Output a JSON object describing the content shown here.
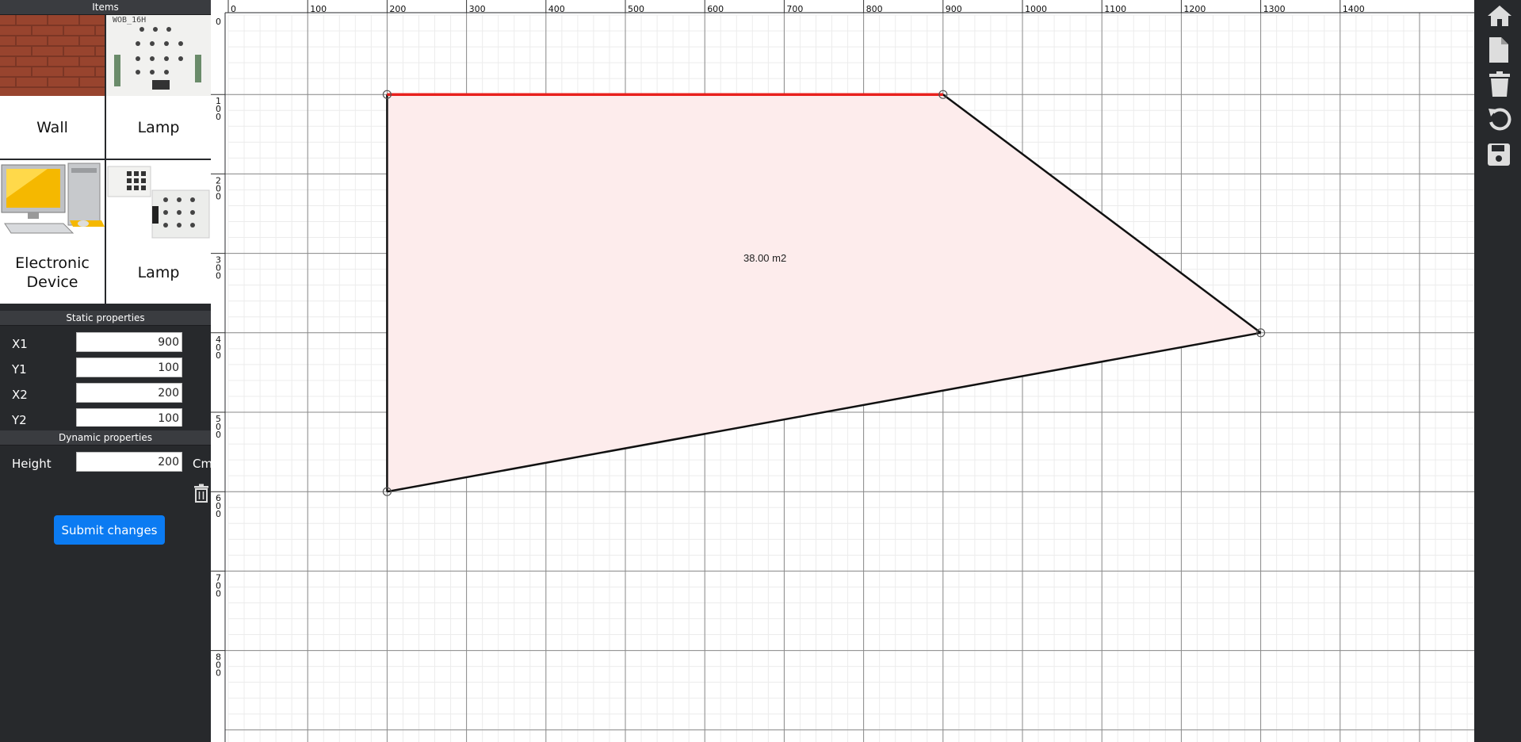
{
  "left_panel": {
    "items_header": "Items",
    "items": [
      {
        "label": "Wall",
        "icon": "brick-wall-image"
      },
      {
        "label": "Lamp",
        "icon": "led-board-image"
      },
      {
        "label": "Electronic Device",
        "icon": "computer-image"
      },
      {
        "label": "Lamp",
        "icon": "led-board-image"
      }
    ],
    "static_header": "Static properties",
    "static_props": [
      {
        "label": "X1",
        "value": "900"
      },
      {
        "label": "Y1",
        "value": "100"
      },
      {
        "label": "X2",
        "value": "200"
      },
      {
        "label": "Y2",
        "value": "100"
      }
    ],
    "dynamic_header": "Dynamic properties",
    "dynamic_props": [
      {
        "label": "Height",
        "value": "200",
        "unit": "Cm"
      }
    ],
    "submit_label": "Submit changes"
  },
  "canvas": {
    "x_ticks": [
      "0",
      "100",
      "200",
      "300",
      "400",
      "500",
      "600",
      "700",
      "800",
      "900",
      "1000",
      "1100",
      "1200",
      "1300",
      "1400"
    ],
    "y_ticks": [
      "0",
      "100",
      "200",
      "300",
      "400",
      "500",
      "600",
      "700",
      "800"
    ],
    "polygon_points": [
      [
        200,
        100
      ],
      [
        900,
        100
      ],
      [
        1300,
        400
      ],
      [
        200,
        600
      ]
    ],
    "selected_wall": [
      [
        200,
        100
      ],
      [
        900,
        100
      ]
    ],
    "area_label": "38.00 m2",
    "fill_color": "#fdecec",
    "selected_color": "#e8211e"
  },
  "toolbar": {
    "tools": [
      "home-icon",
      "new-file-icon",
      "trash-icon",
      "undo-icon",
      "save-icon"
    ]
  }
}
